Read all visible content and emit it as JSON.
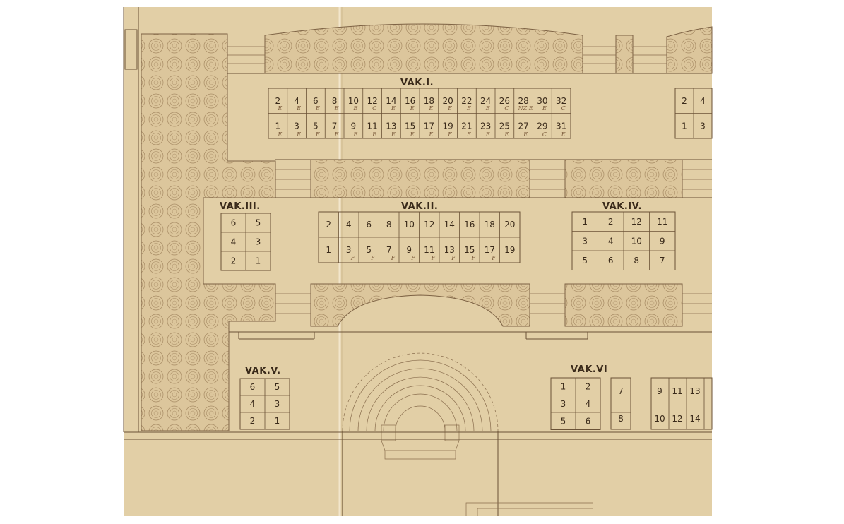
{
  "plan": {
    "sections": {
      "vak1": {
        "title": "VAK.I.",
        "top_row": [
          "2",
          "4",
          "6",
          "8",
          "10",
          "12",
          "14",
          "16",
          "18",
          "20",
          "22",
          "24",
          "26",
          "28",
          "30",
          "32"
        ],
        "top_marks": [
          "E",
          "E",
          "E",
          "E",
          "E",
          "C",
          "E",
          "E",
          "E",
          "E",
          "E",
          "E",
          "C",
          "NZ E",
          "E",
          "C"
        ],
        "bottom_row": [
          "1",
          "3",
          "5",
          "7",
          "9",
          "11",
          "13",
          "15",
          "17",
          "19",
          "21",
          "23",
          "25",
          "27",
          "29",
          "31"
        ],
        "bottom_marks": [
          "E",
          "E",
          "E",
          "E",
          "E",
          "E",
          "E",
          "E",
          "E",
          "E",
          "E",
          "E",
          "E",
          "E",
          "C",
          "E"
        ]
      },
      "vak1_right": {
        "top_row": [
          "2",
          "4"
        ],
        "bottom_row": [
          "1",
          "3"
        ]
      },
      "vak2": {
        "title": "VAK.II.",
        "top_row": [
          "2",
          "4",
          "6",
          "8",
          "10",
          "12",
          "14",
          "16",
          "18",
          "20"
        ],
        "bottom_row": [
          "1",
          "3",
          "5",
          "7",
          "9",
          "11",
          "13",
          "15",
          "17",
          "19"
        ],
        "bottom_marks": [
          "",
          "F",
          "F",
          "F",
          "F",
          "F",
          "F",
          "F",
          "F",
          ""
        ]
      },
      "vak3": {
        "title": "VAK.III.",
        "rows": [
          [
            "6",
            "5"
          ],
          [
            "4",
            "3"
          ],
          [
            "2",
            "1"
          ]
        ]
      },
      "vak4": {
        "title": "VAK.IV.",
        "rows": [
          [
            "1",
            "2",
            "12",
            "11"
          ],
          [
            "3",
            "4",
            "10",
            "9"
          ],
          [
            "5",
            "6",
            "8",
            "7"
          ]
        ]
      },
      "vak5": {
        "title": "VAK.V.",
        "rows": [
          [
            "6",
            "5"
          ],
          [
            "4",
            "3"
          ],
          [
            "2",
            "1"
          ]
        ]
      },
      "vak6": {
        "title": "VAK.VI",
        "rows": [
          [
            "1",
            "2",
            "7",
            "9",
            "11",
            "13"
          ],
          [
            "3",
            "4",
            "",
            "",
            "",
            ""
          ],
          [
            "5",
            "6",
            "8",
            "10",
            "12",
            "14"
          ]
        ]
      }
    },
    "colors": {
      "paper": "#e2cfa6",
      "ink": "#6b5236"
    }
  }
}
